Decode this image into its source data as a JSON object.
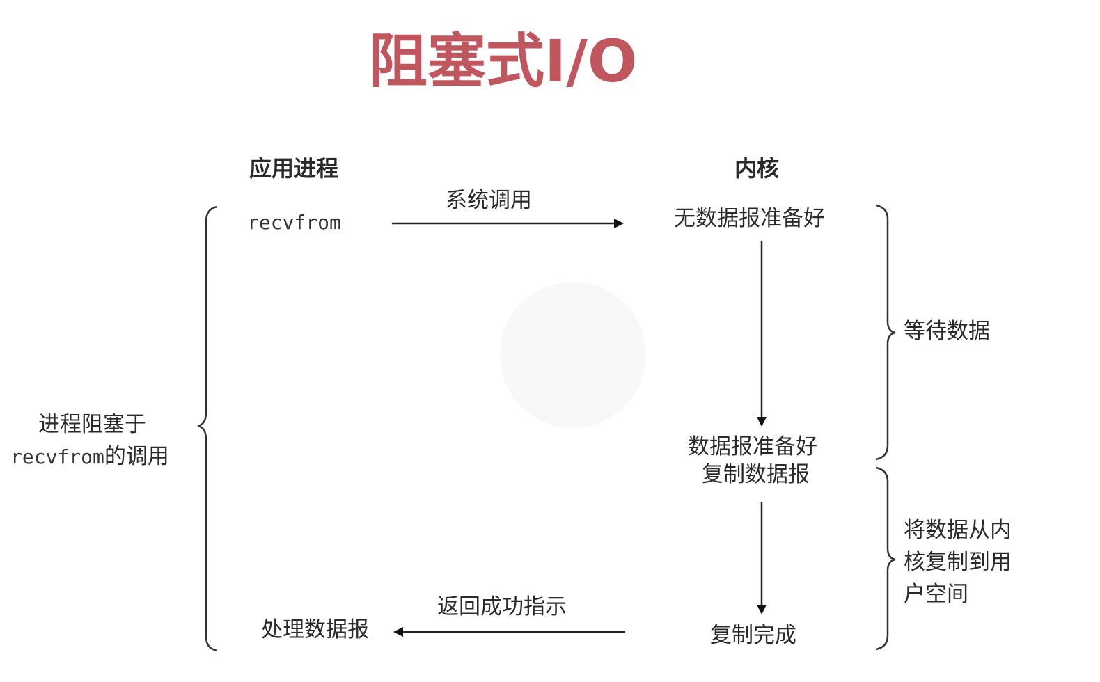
{
  "title": "阻塞式I/O",
  "columns": {
    "app_process": "应用进程",
    "kernel": "内核"
  },
  "app": {
    "recvfrom": "recvfrom",
    "process_datagram": "处理数据报",
    "blocked_line1": "进程阻塞于",
    "blocked_line2_code": "recvfrom",
    "blocked_line2_suffix": "的调用"
  },
  "arrows": {
    "system_call": "系统调用",
    "return_success": "返回成功指示"
  },
  "kernel_states": {
    "no_datagram_ready": "无数据报准备好",
    "datagram_ready": "数据报准备好",
    "copy_datagram": "复制数据报",
    "copy_complete": "复制完成"
  },
  "phases": {
    "wait_for_data": "等待数据",
    "copy_line1": "将数据从内",
    "copy_line2": "核复制到用",
    "copy_line3": "户空间"
  }
}
